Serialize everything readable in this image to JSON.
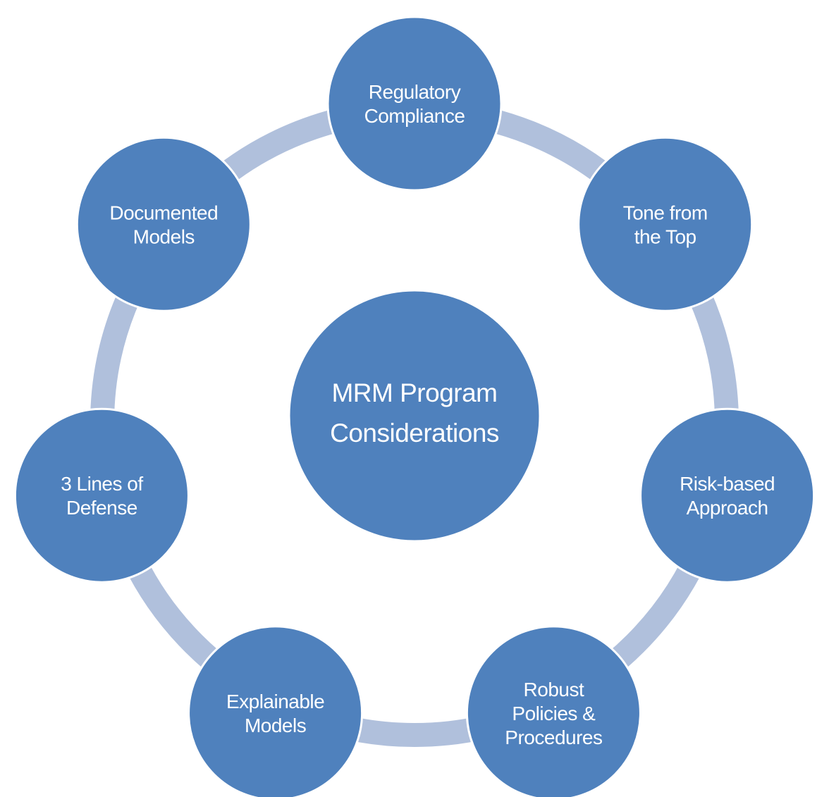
{
  "colors": {
    "node_fill": "#4f81bd",
    "node_stroke": "#ffffff",
    "ring": "#b0c0dc",
    "background": "#ffffff"
  },
  "center": {
    "lines": [
      "MRM Program",
      "Considerations"
    ]
  },
  "nodes": [
    {
      "id": "regulatory-compliance",
      "lines": [
        "Regulatory",
        "Compliance"
      ]
    },
    {
      "id": "tone-from-the-top",
      "lines": [
        "Tone from",
        "the Top"
      ]
    },
    {
      "id": "risk-based-approach",
      "lines": [
        "Risk-based",
        "Approach"
      ]
    },
    {
      "id": "robust-policies-procedures",
      "lines": [
        "Robust",
        "Policies &",
        "Procedures"
      ]
    },
    {
      "id": "explainable-models",
      "lines": [
        "Explainable",
        "Models"
      ]
    },
    {
      "id": "three-lines-of-defense",
      "lines": [
        "3 Lines of",
        "Defense"
      ]
    },
    {
      "id": "documented-models",
      "lines": [
        "Documented",
        "Models"
      ]
    }
  ]
}
